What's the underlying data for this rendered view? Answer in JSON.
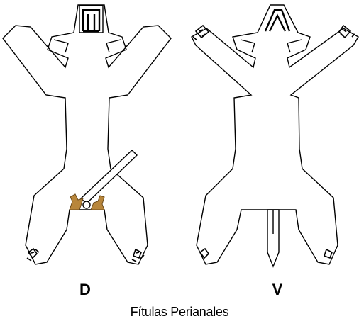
{
  "labels": {
    "dorsal": "D",
    "ventral": "V",
    "caption": "Fítulas Perianales"
  },
  "colors": {
    "outline": "#000000",
    "fill": "#ffffff",
    "lesion_fill": "#b8863b",
    "lesion_stroke": "#6b4a1a",
    "probe_fill": "#ffffff"
  }
}
